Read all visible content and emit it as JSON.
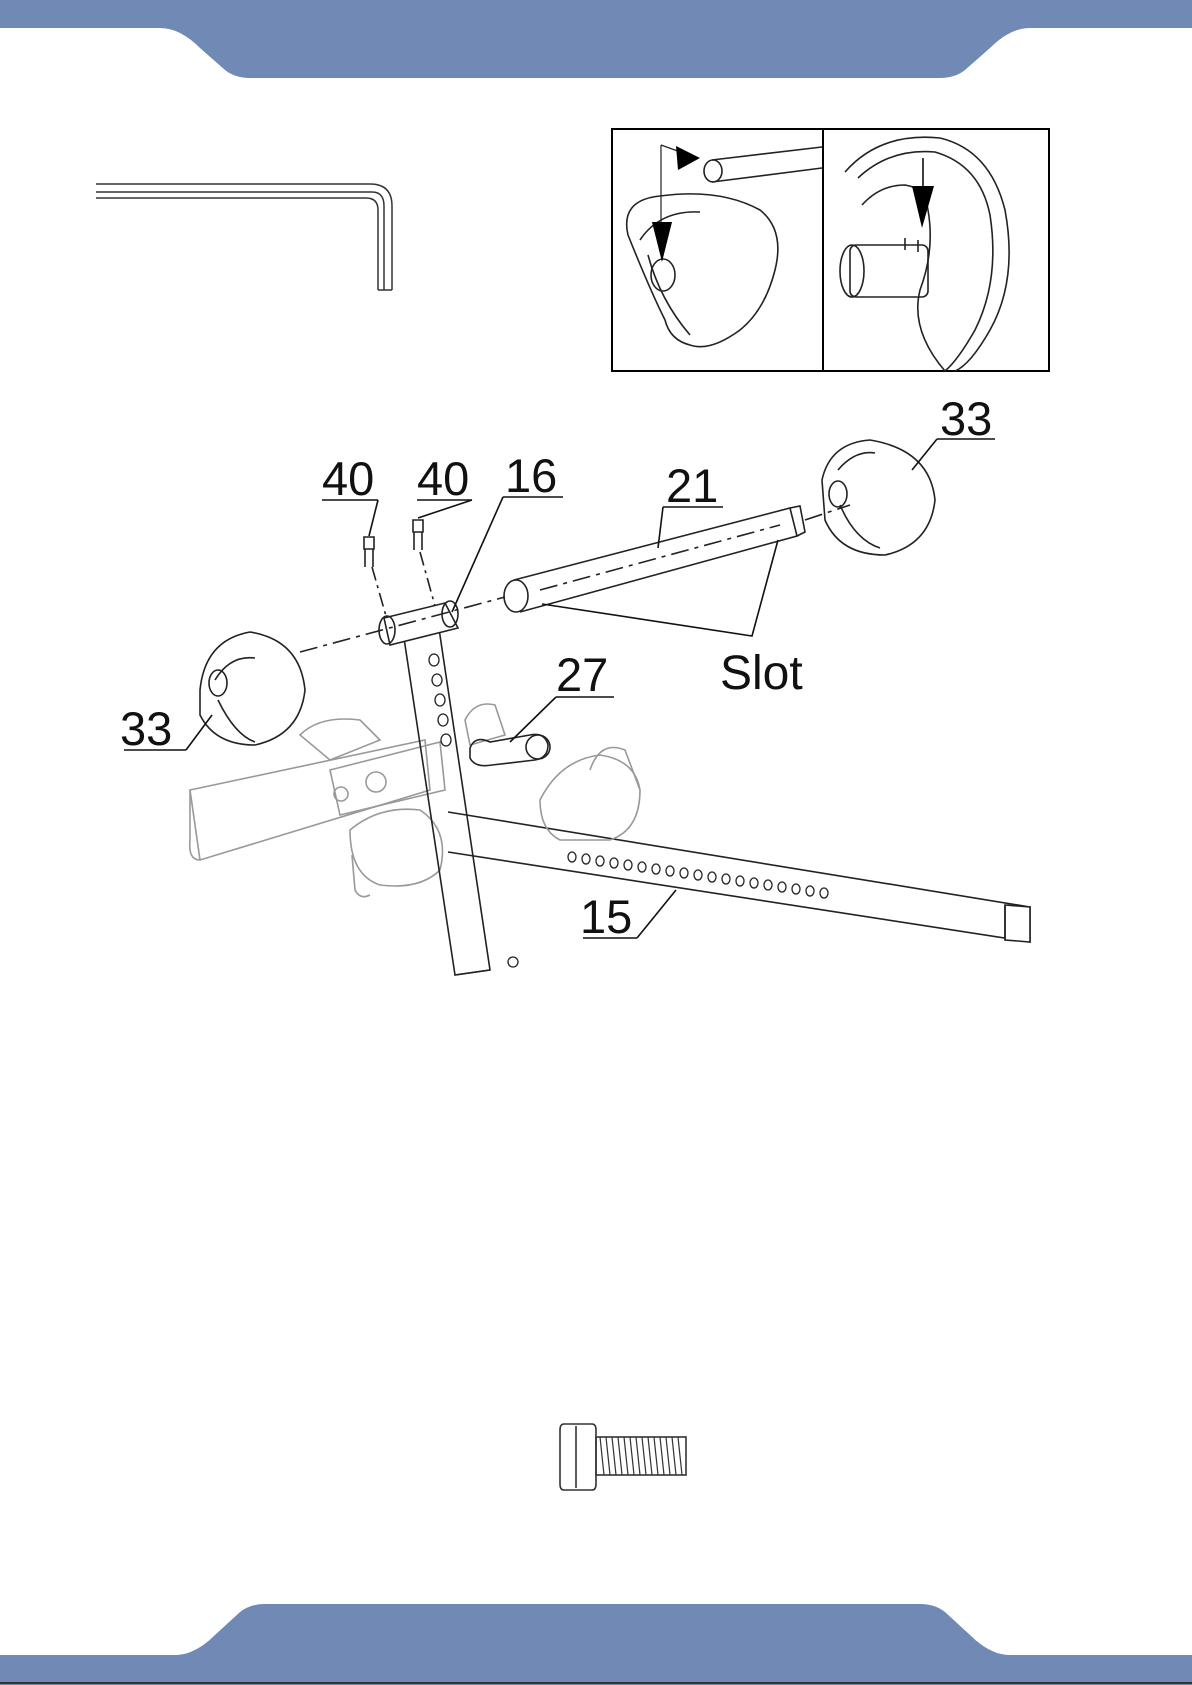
{
  "page": {
    "header_color": "#7089b5",
    "footer_color": "#7089b5"
  },
  "callouts": {
    "c40_left": "40",
    "c40_right": "40",
    "c16": "16",
    "c21": "21",
    "c33_top": "33",
    "c33_left": "33",
    "c27": "27",
    "slot": "Slot",
    "c15": "15"
  }
}
